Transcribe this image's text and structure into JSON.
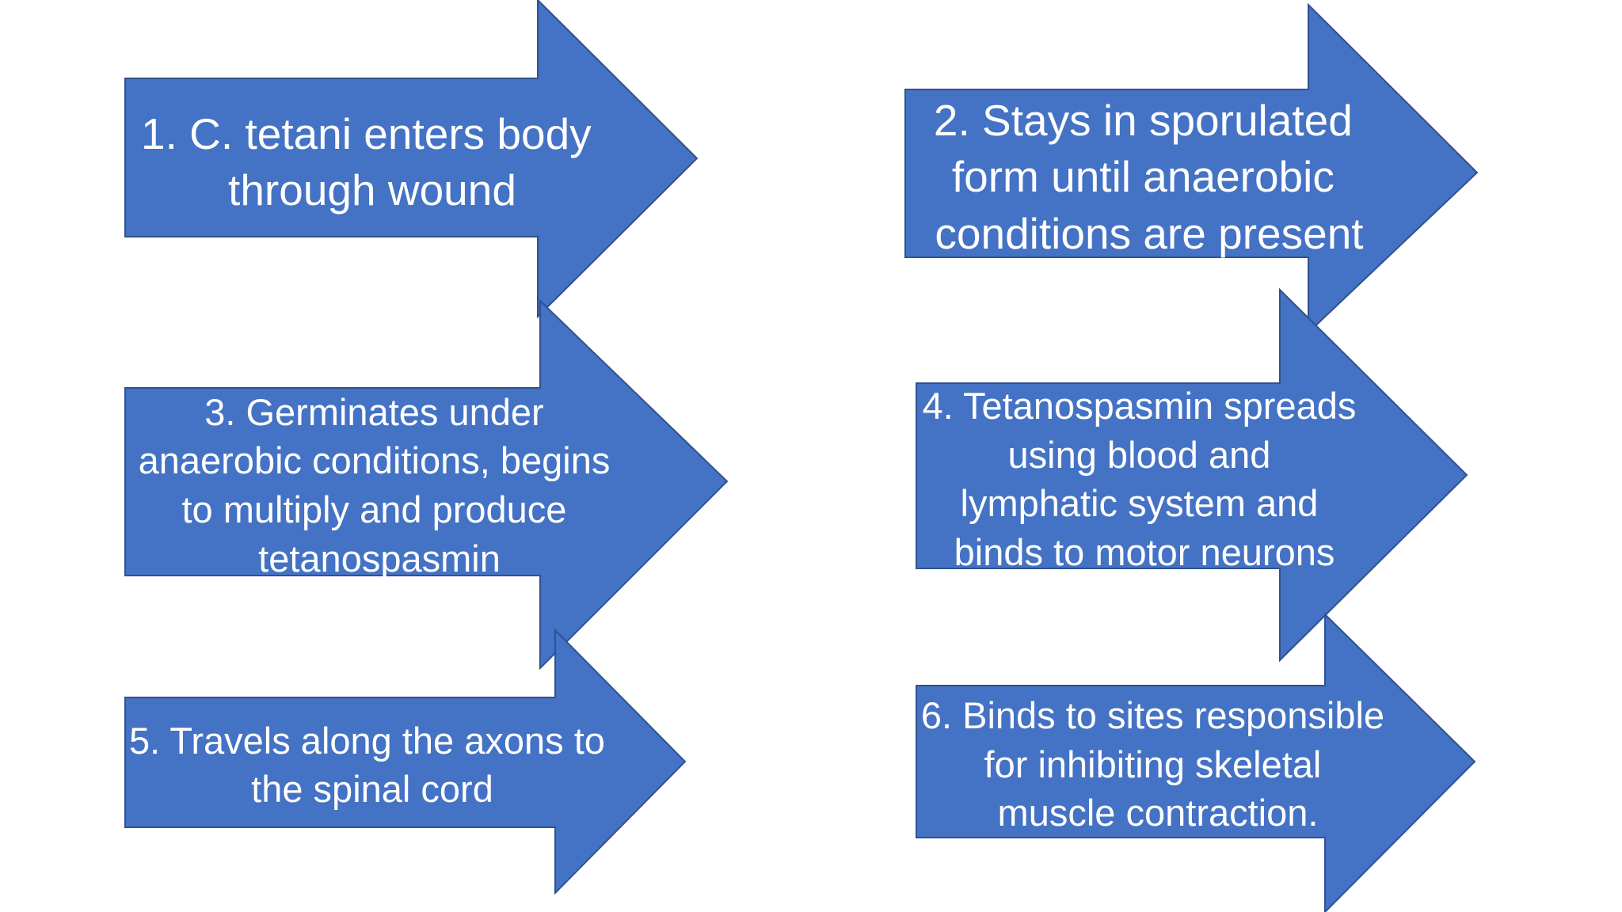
{
  "colors": {
    "arrow_fill": "#4472c4",
    "arrow_stroke": "#2f528f",
    "text": "#ffffff",
    "background": "#ffffff"
  },
  "steps": [
    {
      "lines": [
        "1. C. tetani enters body",
        "through wound"
      ]
    },
    {
      "lines": [
        "2. Stays in sporulated",
        "form until anaerobic",
        "conditions are present"
      ]
    },
    {
      "lines": [
        "3. Germinates under",
        "anaerobic conditions, begins",
        "to multiply and produce",
        "tetanospasmin"
      ]
    },
    {
      "lines": [
        "4. Tetanospasmin spreads",
        "using blood and",
        "lymphatic system and",
        "binds to motor neurons"
      ]
    },
    {
      "lines": [
        "5. Travels along the axons to",
        "the spinal cord"
      ]
    },
    {
      "lines": [
        "6. Binds to sites responsible",
        "for inhibiting skeletal",
        "muscle contraction."
      ]
    }
  ]
}
